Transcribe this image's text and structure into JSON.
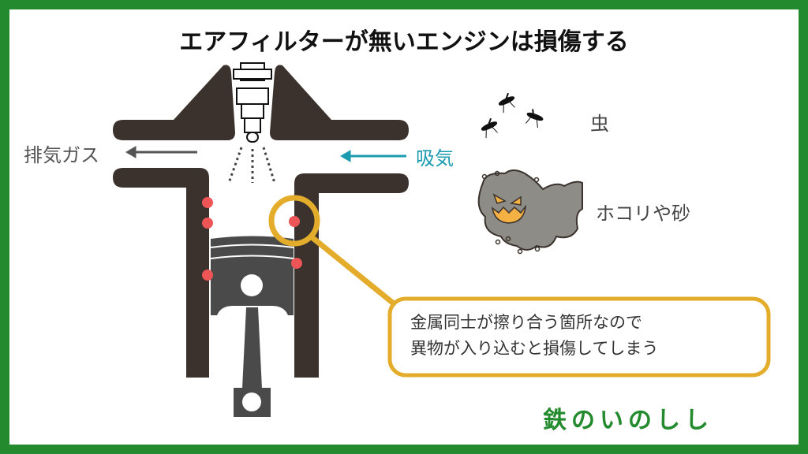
{
  "title": "エアフィルターが無いエンジンは損傷する",
  "labels": {
    "exhaust": "排気ガス",
    "intake": "吸気",
    "bugs": "虫",
    "dust": "ホコリや砂"
  },
  "callout": {
    "line1": "金属同士が擦り合う箇所なので",
    "line2": "異物が入り込むと損傷してしまう"
  },
  "logo": "鉄のいのしし",
  "colors": {
    "frame": "#248a2e",
    "engine": "#3b322d",
    "piston": "#4a4a4a",
    "damage": "#ee5556",
    "highlight": "#e3ad2b",
    "intake": "#1a9bb0",
    "dust": "#8e8c86"
  }
}
